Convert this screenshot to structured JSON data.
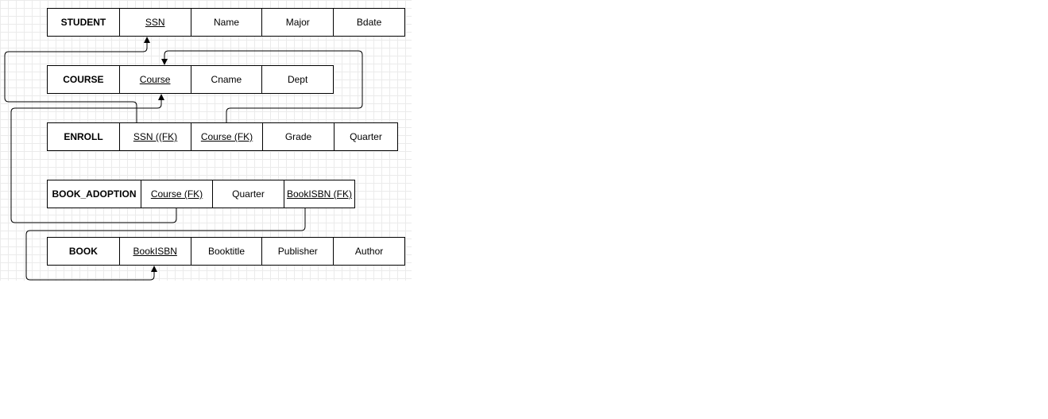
{
  "tables": [
    {
      "id": "student",
      "name": "STUDENT",
      "fields": [
        {
          "label": "SSN",
          "key": true
        },
        {
          "label": "Name",
          "key": false
        },
        {
          "label": "Major",
          "key": false
        },
        {
          "label": "Bdate",
          "key": false
        }
      ]
    },
    {
      "id": "course",
      "name": "COURSE",
      "fields": [
        {
          "label": "Course",
          "key": true
        },
        {
          "label": "Cname",
          "key": false
        },
        {
          "label": "Dept",
          "key": false
        }
      ]
    },
    {
      "id": "enroll",
      "name": "ENROLL",
      "fields": [
        {
          "label": "SSN ((FK)",
          "key": true
        },
        {
          "label": "Course (FK)",
          "key": true
        },
        {
          "label": "Grade",
          "key": false
        },
        {
          "label": "Quarter",
          "key": false
        }
      ]
    },
    {
      "id": "book-adoption",
      "name": "BOOK_ADOPTION",
      "fields": [
        {
          "label": "Course (FK)",
          "key": true
        },
        {
          "label": "Quarter",
          "key": false
        },
        {
          "label": "BookISBN (FK)",
          "key": true
        }
      ]
    },
    {
      "id": "book",
      "name": "BOOK",
      "fields": [
        {
          "label": "BookISBN",
          "key": true
        },
        {
          "label": "Booktitle",
          "key": false
        },
        {
          "label": "Publisher",
          "key": false
        },
        {
          "label": "Author",
          "key": false
        }
      ]
    }
  ],
  "relationships": [
    {
      "from": "ENROLL.SSN ((FK)",
      "to": "STUDENT.SSN"
    },
    {
      "from": "ENROLL.Course (FK)",
      "to": "COURSE.Course"
    },
    {
      "from": "BOOK_ADOPTION.Course (FK)",
      "to": "COURSE.Course"
    },
    {
      "from": "BOOK_ADOPTION.BookISBN (FK)",
      "to": "BOOK.BookISBN"
    }
  ]
}
